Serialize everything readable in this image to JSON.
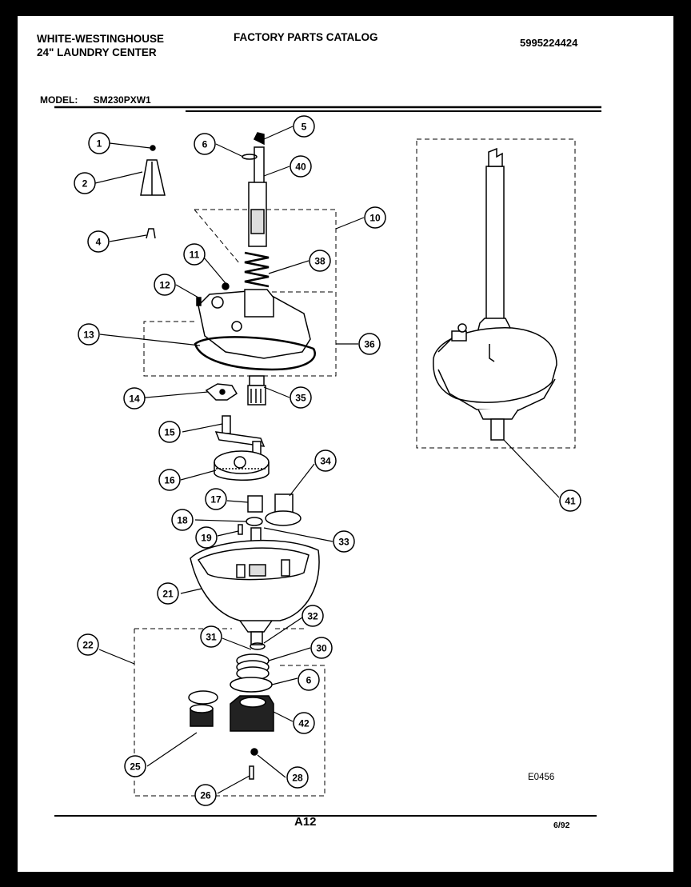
{
  "header": {
    "brand_line1": "WHITE-WESTINGHOUSE",
    "brand_line2": "24\" LAUNDRY CENTER",
    "catalog_title": "FACTORY PARTS CATALOG",
    "catalog_number": "5995224424",
    "model_label": "MODEL:",
    "model_value": "SM230PXW1"
  },
  "figure_code": "E0456",
  "footer": {
    "page": "A12",
    "date": "6/92"
  },
  "callouts": [
    "1",
    "2",
    "4",
    "5",
    "6",
    "40",
    "10",
    "11",
    "38",
    "12",
    "13",
    "36",
    "14",
    "35",
    "15",
    "16",
    "34",
    "17",
    "18",
    "19",
    "33",
    "21",
    "32",
    "31",
    "30",
    "6",
    "22",
    "42",
    "25",
    "28",
    "26",
    "41"
  ]
}
